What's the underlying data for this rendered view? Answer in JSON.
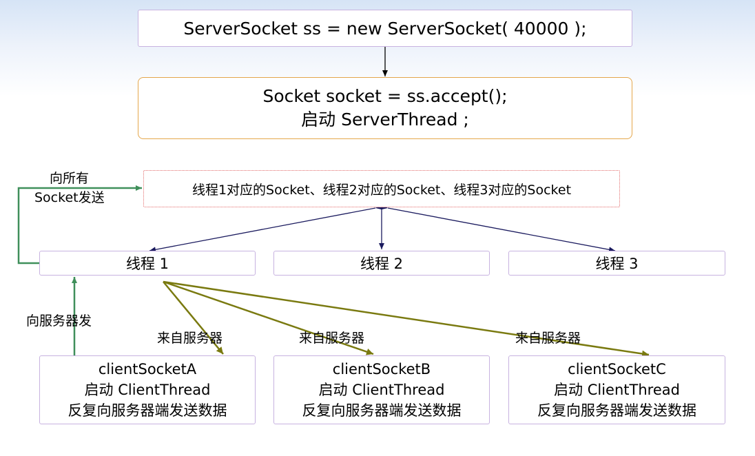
{
  "server_socket": {
    "line": "ServerSocket ss = new ServerSocket( 40000 );"
  },
  "accept": {
    "line1": "Socket socket = ss.accept();",
    "line2": "启动 ServerThread ;"
  },
  "socket_list": {
    "text": "线程1对应的Socket、线程2对应的Socket、线程3对应的Socket"
  },
  "threads": [
    {
      "label": "线程 1"
    },
    {
      "label": "线程 2"
    },
    {
      "label": "线程 3"
    }
  ],
  "clients": [
    {
      "name": "clientSocketA",
      "action": "启动 ClientThread",
      "desc": "反复向服务器端发送数据"
    },
    {
      "name": "clientSocketB",
      "action": "启动 ClientThread",
      "desc": "反复向服务器端发送数据"
    },
    {
      "name": "clientSocketC",
      "action": "启动 ClientThread",
      "desc": "反复向服务器端发送数据"
    }
  ],
  "labels": {
    "broadcast_line1": "向所有",
    "broadcast_line2": "Socket发送",
    "to_server": "向服务器发",
    "from_server_a": "来自服务器",
    "from_server_b": "来自服务器",
    "from_server_c": "来自服务器"
  },
  "colors": {
    "box_border_purple": "#c7b2e0",
    "box_border_orange": "#e4a64a",
    "box_border_dotted_red": "#e26a6a",
    "arrow_black": "#000000",
    "arrow_navy": "#1a1a5e",
    "arrow_green": "#3f8f5a",
    "arrow_olive": "#7a7a10"
  }
}
